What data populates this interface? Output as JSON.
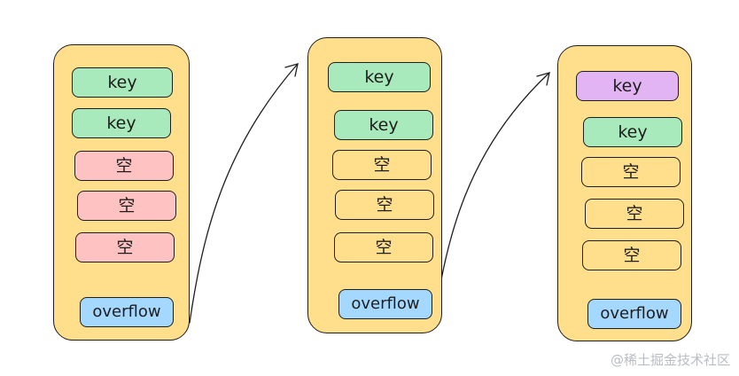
{
  "colors": {
    "bucket": "#ffdf8c",
    "key": "#a8eabb",
    "key_new": "#e3b4f3",
    "empty_red": "#ffc2c2",
    "overflow": "#a5d8ff",
    "stroke": "#1e1e1e"
  },
  "buckets": [
    {
      "slots": [
        {
          "label": "key",
          "kind": "key"
        },
        {
          "label": "key",
          "kind": "key"
        },
        {
          "label": "空",
          "kind": "empty-red"
        },
        {
          "label": "空",
          "kind": "empty-red"
        },
        {
          "label": "空",
          "kind": "empty-red"
        }
      ],
      "overflow": "overflow"
    },
    {
      "slots": [
        {
          "label": "key",
          "kind": "key"
        },
        {
          "label": "key",
          "kind": "key"
        },
        {
          "label": "空",
          "kind": "empty-yel"
        },
        {
          "label": "空",
          "kind": "empty-yel"
        },
        {
          "label": "空",
          "kind": "empty-yel"
        }
      ],
      "overflow": "overflow"
    },
    {
      "slots": [
        {
          "label": "key",
          "kind": "keyv"
        },
        {
          "label": "key",
          "kind": "key"
        },
        {
          "label": "空",
          "kind": "empty-yel"
        },
        {
          "label": "空",
          "kind": "empty-yel"
        },
        {
          "label": "空",
          "kind": "empty-yel"
        }
      ],
      "overflow": "overflow"
    }
  ],
  "watermark": "@稀土掘金技术社区"
}
